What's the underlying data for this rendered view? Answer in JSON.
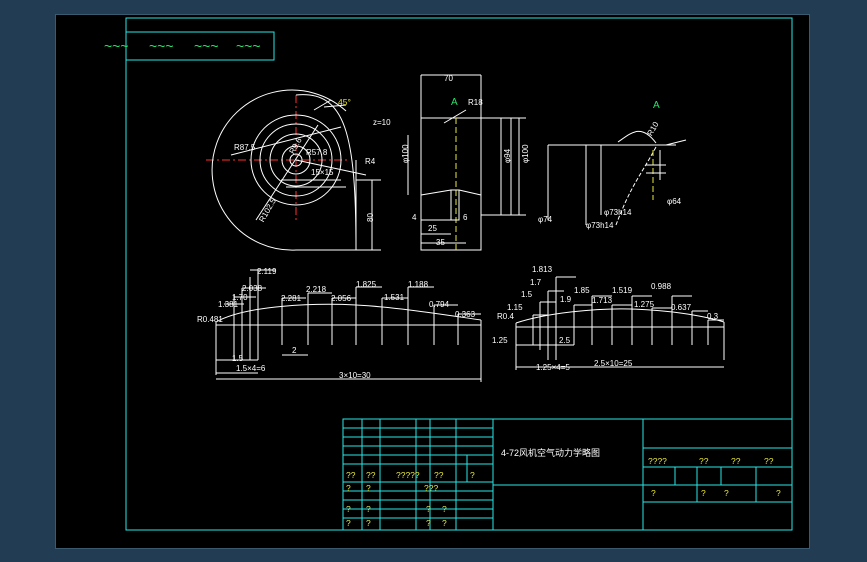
{
  "drawing": {
    "title_block_title": "4-72风机空气动力学略图",
    "stamp_glyphs": [
      "~~~",
      "~~~",
      "~~~",
      "~~~"
    ],
    "front_view": {
      "angle": "45°",
      "r_labels": [
        "R87.5",
        "R57.8",
        "R9.6",
        "R102.5",
        "R4"
      ],
      "dim_15x15": "15×15",
      "dim_80": "80"
    },
    "side_view": {
      "width": "70",
      "section": "A",
      "r18": "R18",
      "z": "z=10",
      "d100_left": "φ100",
      "d94": "φ94",
      "d100_right": "φ100",
      "d4": "4",
      "d6": "6",
      "d25": "25",
      "d35": "35"
    },
    "detail_view": {
      "section": "A",
      "r10": "R10",
      "d64": "φ64",
      "d74": "φ74",
      "d73a": "φ73h14",
      "d73b": "φ73h14"
    },
    "profile_left": {
      "values": [
        "2.119",
        "2.038",
        "1.70",
        "1.381",
        "2.281",
        "2.218",
        "2.056",
        "1.825",
        "1.531",
        "1.188",
        "0.794",
        "0.363"
      ],
      "r_label": "R0.481",
      "d15": "1.5",
      "d2": "2",
      "d15x4": "1.5×4=6",
      "d3x10": "3×10=30"
    },
    "profile_right": {
      "values": [
        "1.813",
        "1.7",
        "1.5",
        "1.15",
        "1.9",
        "1.85",
        "1.713",
        "1.519",
        "1.275",
        "0.988",
        "0.637",
        "0.3"
      ],
      "r_label": "R0.4",
      "d125": "1.25",
      "d25": "2.5",
      "d125x4": "1.25×4=5",
      "d25x10": "2.5×10=25"
    },
    "title_block": {
      "left_row1": [
        "??",
        "??",
        "?????",
        "??",
        "?"
      ],
      "left_row2": [
        "?",
        "?",
        "???"
      ],
      "left_row3": [
        "?",
        "?",
        "?",
        "?"
      ],
      "left_row4": [
        "?",
        "?",
        "?",
        "?"
      ],
      "right_row1": [
        "????",
        "??",
        "??",
        "??"
      ],
      "right_row2": [
        "?",
        "?",
        "?",
        "?"
      ]
    }
  },
  "colors": {
    "frame": "#27e6e6",
    "line": "#ffffff",
    "center": "#ff3030",
    "green": "#27e36b",
    "yellow": "#e7e63c"
  }
}
